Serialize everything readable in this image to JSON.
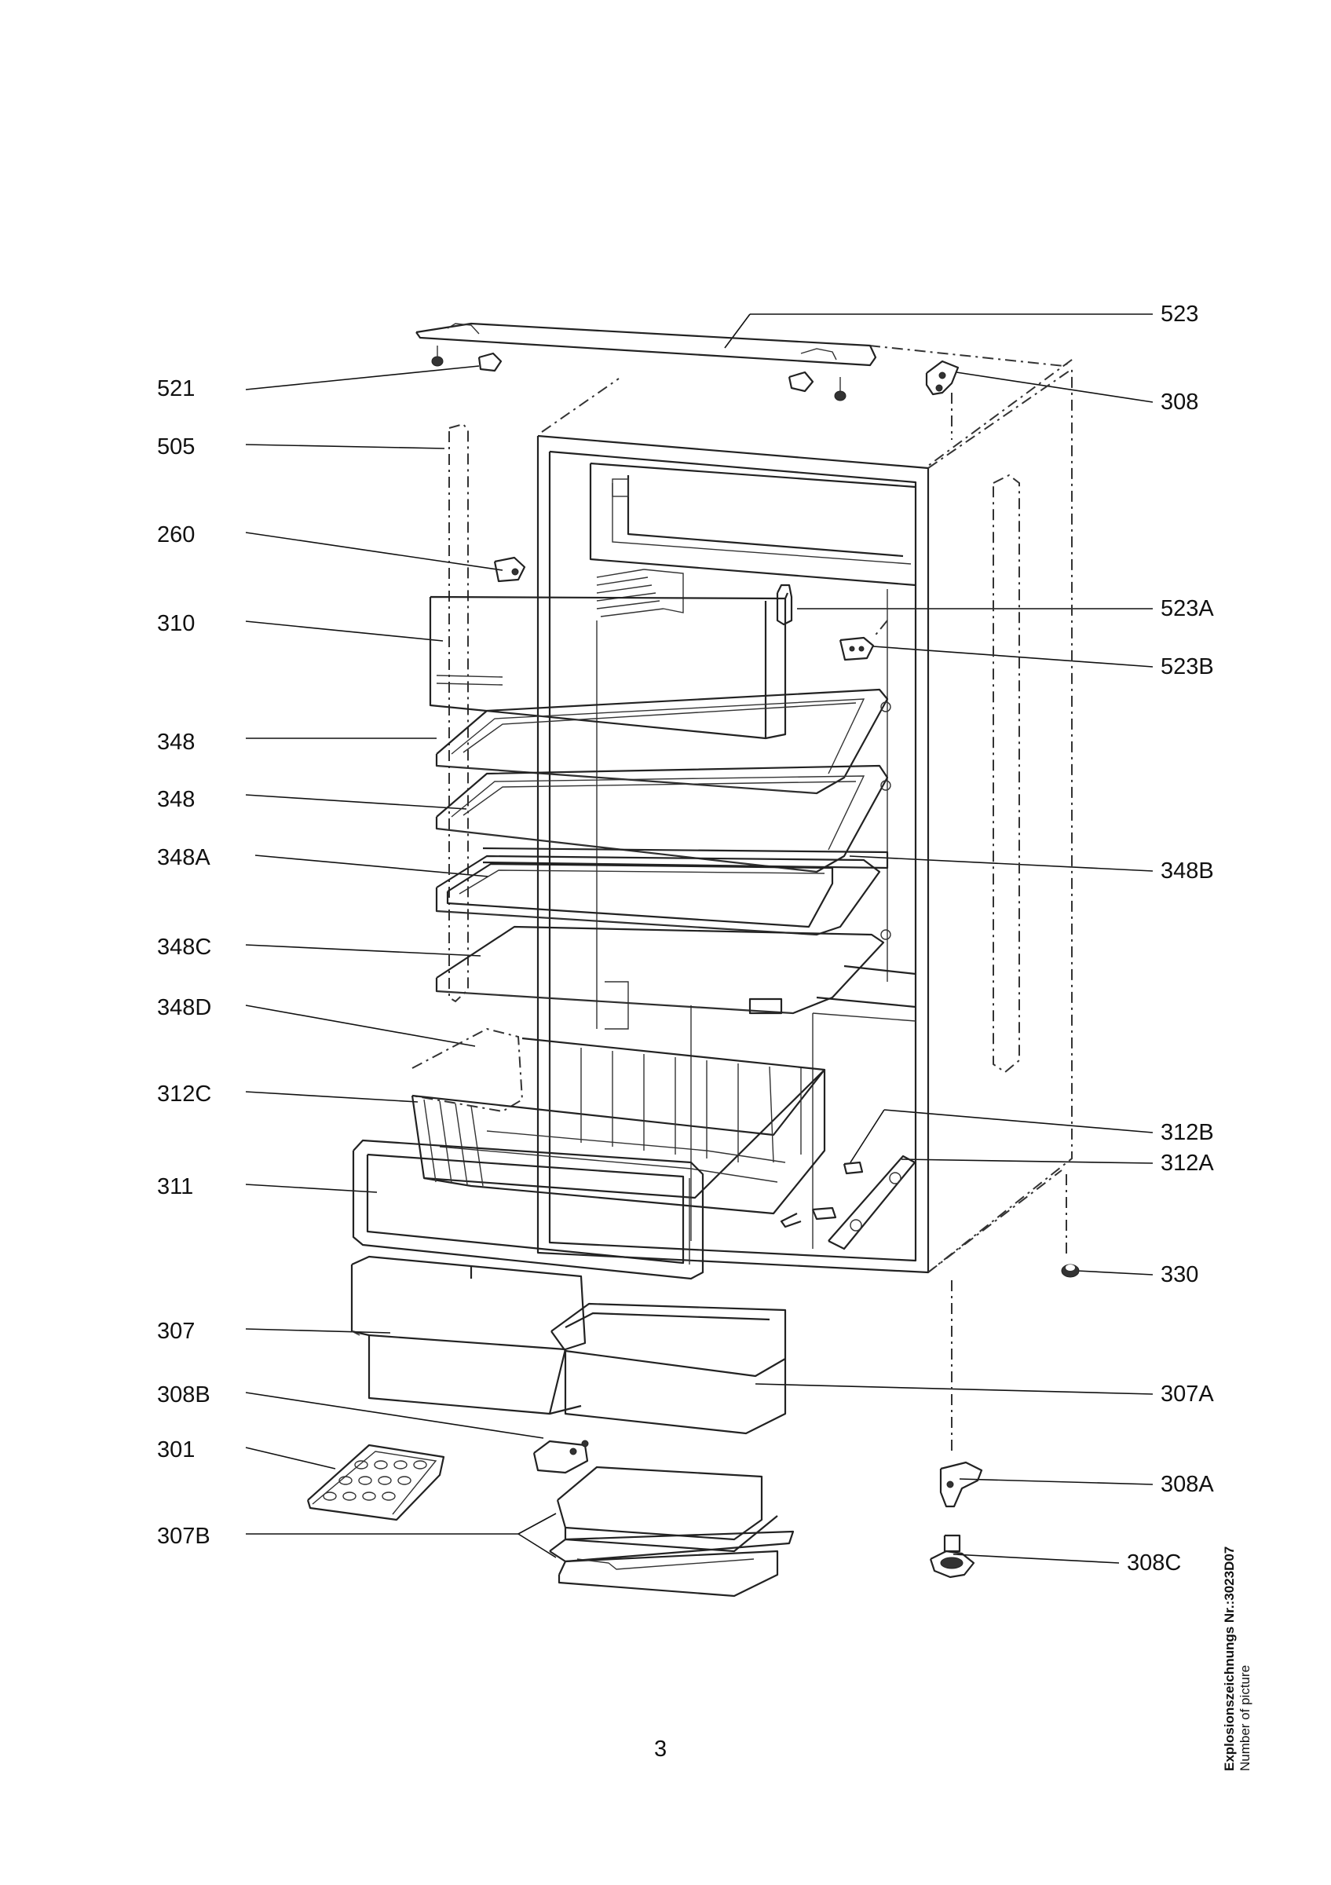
{
  "labels_left": [
    {
      "id": "521",
      "text": "521"
    },
    {
      "id": "505",
      "text": "505"
    },
    {
      "id": "260",
      "text": "260"
    },
    {
      "id": "310",
      "text": "310"
    },
    {
      "id": "348a",
      "text": "348"
    },
    {
      "id": "348b",
      "text": "348"
    },
    {
      "id": "348A",
      "text": "348A"
    },
    {
      "id": "348C",
      "text": "348C"
    },
    {
      "id": "348D",
      "text": "348D"
    },
    {
      "id": "312C",
      "text": "312C"
    },
    {
      "id": "311",
      "text": "311"
    },
    {
      "id": "307",
      "text": "307"
    },
    {
      "id": "308B",
      "text": "308B"
    },
    {
      "id": "301",
      "text": "301"
    },
    {
      "id": "307B",
      "text": "307B"
    }
  ],
  "labels_right": [
    {
      "id": "523",
      "text": "523"
    },
    {
      "id": "308",
      "text": "308"
    },
    {
      "id": "523A",
      "text": "523A"
    },
    {
      "id": "523B",
      "text": "523B"
    },
    {
      "id": "348B",
      "text": "348B"
    },
    {
      "id": "312B",
      "text": "312B"
    },
    {
      "id": "312A",
      "text": "312A"
    },
    {
      "id": "330",
      "text": "330"
    },
    {
      "id": "307A",
      "text": "307A"
    },
    {
      "id": "308A",
      "text": "308A"
    },
    {
      "id": "308C",
      "text": "308C"
    }
  ],
  "page_number": "3",
  "side_caption": {
    "line1": "Explosionszeichnungs Nr.:3023D07",
    "line2": "Number of picture"
  }
}
